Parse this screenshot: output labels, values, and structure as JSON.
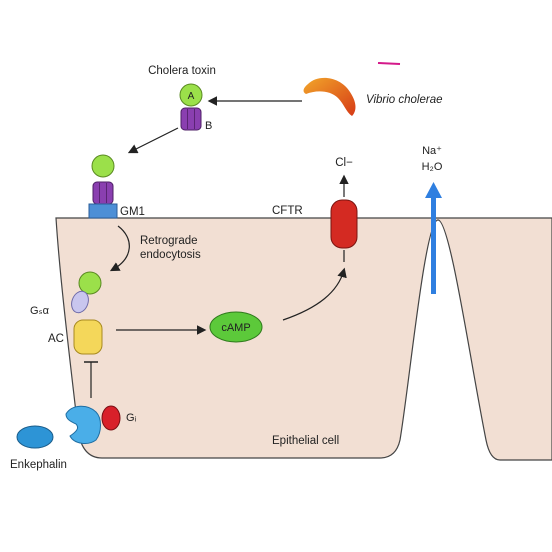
{
  "labels": {
    "cholera_toxin": "Cholera toxin",
    "subunit_a": "A",
    "subunit_b": "B",
    "vibrio": "Vibrio cholerae",
    "gm1": "GM1",
    "retrograde_1": "Retrograde",
    "retrograde_2": "endocytosis",
    "cftr": "CFTR",
    "chloride": "Cl−",
    "na": "Na⁺",
    "h2o": "H₂O",
    "gs_alpha": "Gₛα",
    "ac": "AC",
    "camp": "cAMP",
    "gi": "Gᵢ",
    "enkephalin": "Enkephalin",
    "epithelial_cell": "Epithelial cell"
  },
  "colors": {
    "cell_fill": "#f2dfd3",
    "toxin_green": "#9be04a",
    "b_subunit_purple": "#8a3fb0",
    "gm1_blue": "#4d8fd6",
    "cftr_red": "#d42a22",
    "camp_green": "#5cc93a",
    "vibrio_orange": "#e8781c",
    "ac_yellow": "#f4d75a",
    "gs_lavender": "#c9c6ee",
    "gi_red": "#d8202a",
    "enkephalin_blue": "#2d94d6",
    "water_arrow": "#2f7fe0"
  }
}
